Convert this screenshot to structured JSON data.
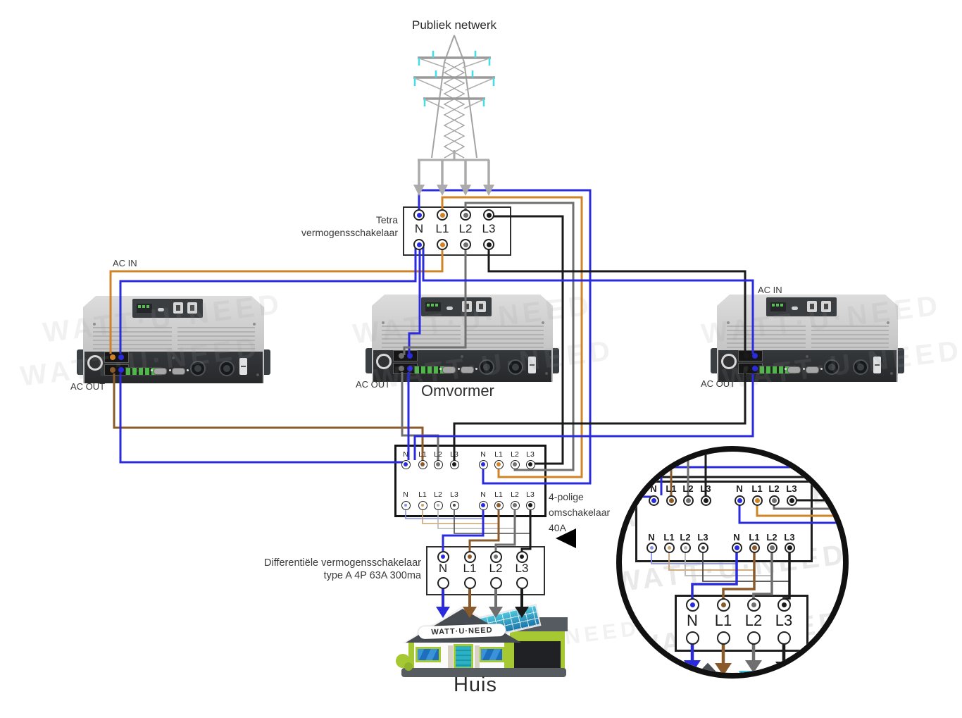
{
  "colors": {
    "blue": "#2B2BDE",
    "orange": "#D08428",
    "brown": "#8A5A2B",
    "gray": "#6F6F6F",
    "black": "#1A1A1A",
    "grid_gray": "#ABABAB",
    "thin_blue": "#8893E8",
    "thin_tan": "#CBA36B",
    "thin_gray": "#B5B5B5",
    "thin_dark": "#4A4A4A",
    "lime": "#A6C832",
    "cyan": "#3FC0D8",
    "insulator": "#49DCE4"
  },
  "labels": {
    "title": "Publiek netwerk",
    "tetra": [
      "Tetra",
      "vermogensschakelaar"
    ],
    "ac_in": "AC IN",
    "ac_out": "AC OUT",
    "inverter": "Omvormer",
    "switch": [
      "4-polige",
      "omschakelaar",
      "40A"
    ],
    "differential": [
      "Differentiële vermogensschakelaar",
      "type A 4P 63A 300ma"
    ],
    "house": "Huis",
    "house_sign": "WATT·U·NEED",
    "watermark": "WATT·U·NEED"
  },
  "terminals": [
    "N",
    "L1",
    "L2",
    "L3"
  ]
}
